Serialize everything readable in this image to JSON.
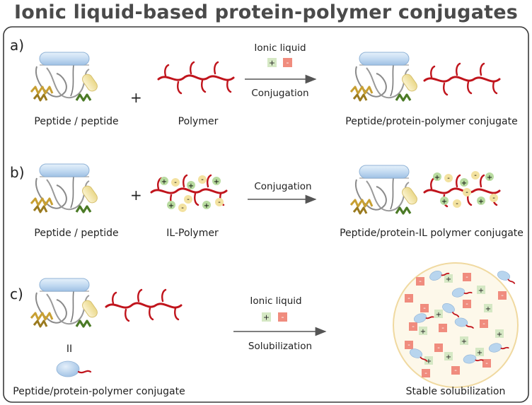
{
  "title": "Ionic liquid-based protein-polymer conjugates",
  "panels": {
    "a": {
      "label": "a)",
      "reactant1": "Peptide / peptide",
      "plus": "+",
      "reactant2": "Polymer",
      "arrow_top": "Ionic liquid",
      "arrow_bottom": "Conjugation",
      "product": "Peptide/protein-polymer conjugate"
    },
    "b": {
      "label": "b)",
      "reactant1": "Peptide / peptide",
      "plus": "+",
      "reactant2": "IL-Polymer",
      "arrow_top": "Conjugation",
      "product": "Peptide/protein-IL polymer conjugate"
    },
    "c": {
      "label": "c)",
      "equiv": "II",
      "reactant": "Peptide/protein-polymer conjugate",
      "arrow_top": "Ionic liquid",
      "arrow_bottom": "Solubilization",
      "product": "Stable solubilization"
    }
  },
  "ion_symbols": {
    "cation": "+",
    "anion": "-"
  },
  "colors": {
    "polymer": "#c0141c",
    "cation_fill": "#d5e8c4",
    "anion_fill": "#f08c7e",
    "il_cation_fill": "#b8dba0",
    "il_anion_fill": "#f3e2a0",
    "helix_blue": "#c5dcf2",
    "helix_yellow": "#f4e6a6",
    "sheet_green": "#4b7a26",
    "strand_gold": "#c8a033",
    "circle_fill": "#fdf8ea",
    "circle_border": "#f0d9a0",
    "protein_blob": "#b8d5ee"
  }
}
